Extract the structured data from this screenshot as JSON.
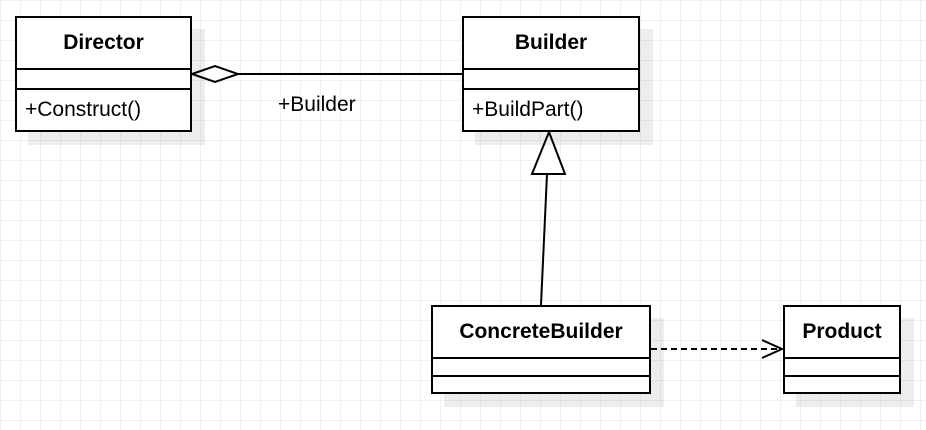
{
  "diagram": {
    "classes": {
      "director": {
        "name": "Director",
        "operations": [
          "+Construct()"
        ]
      },
      "builder": {
        "name": "Builder",
        "operations": [
          "+BuildPart()"
        ]
      },
      "concrete_builder": {
        "name": "ConcreteBuilder",
        "operations": []
      },
      "product": {
        "name": "Product",
        "operations": []
      }
    },
    "relationships": {
      "aggregation": {
        "from": "Director",
        "to": "Builder",
        "role": "+Builder"
      },
      "generalization": {
        "from": "ConcreteBuilder",
        "to": "Builder"
      },
      "dependency": {
        "from": "ConcreteBuilder",
        "to": "Product"
      }
    }
  }
}
